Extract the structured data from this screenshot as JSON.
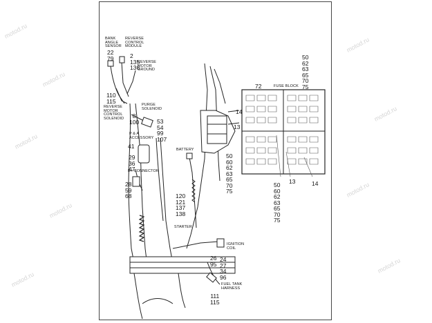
{
  "watermark": "motod.ru",
  "labels": {
    "bank_angle_sensor": [
      "BANK",
      "ANGLE",
      "SENSOR"
    ],
    "reverse_control_module": [
      "REVERSE",
      "CONTROL",
      "MODULE"
    ],
    "reverse_motor_ground": [
      "REVERSE",
      "MOTOR",
      "GROUND"
    ],
    "reverse_motor_control_solenoid": [
      "REVERSE",
      "MOTOR",
      "CONTROL",
      "SOLENOID"
    ],
    "purge_solenoid": [
      "PURGE",
      "SOLENOID"
    ],
    "pa_accessory": [
      "P & A",
      "ACCESSORY"
    ],
    "bplus_connector": "B+ CONNECTOR",
    "battery": "BATTERY",
    "starter": "STARTER",
    "ignition_coil": [
      "IGNITION",
      "COIL"
    ],
    "fuel_tank_harness": [
      "FUEL TANK",
      "HARNESS"
    ],
    "fuse_block": "FUSE BLOCK"
  },
  "callouts": {
    "bank": [
      "22",
      "79"
    ],
    "module": [
      "2",
      "135",
      "136"
    ],
    "solenoid_nums": [
      "110",
      "115"
    ],
    "purge_left": [
      "8",
      "100"
    ],
    "purge_right": [
      "53",
      "54",
      "99",
      "107"
    ],
    "accessory": [
      "41"
    ],
    "accessory_list": [
      "29",
      "36",
      "47"
    ],
    "connector_list": [
      "28",
      "59",
      "68"
    ],
    "battery_list": [
      "120",
      "121",
      "137",
      "138"
    ],
    "center_list": [
      "50",
      "60",
      "62",
      "63",
      "65",
      "70",
      "75"
    ],
    "fuse_top": [
      "50",
      "62",
      "63",
      "65",
      "70",
      "75"
    ],
    "fuse_bottom": [
      "50",
      "60",
      "62",
      "63",
      "65",
      "70",
      "75"
    ],
    "coil_left": [
      "26",
      "95"
    ],
    "coil_right": [
      "24",
      "27",
      "34",
      "96"
    ],
    "fuel": [
      "111",
      "115"
    ],
    "n72": "72",
    "n14a": "14",
    "n13a": "13",
    "n13b": "13",
    "n14b": "14"
  }
}
